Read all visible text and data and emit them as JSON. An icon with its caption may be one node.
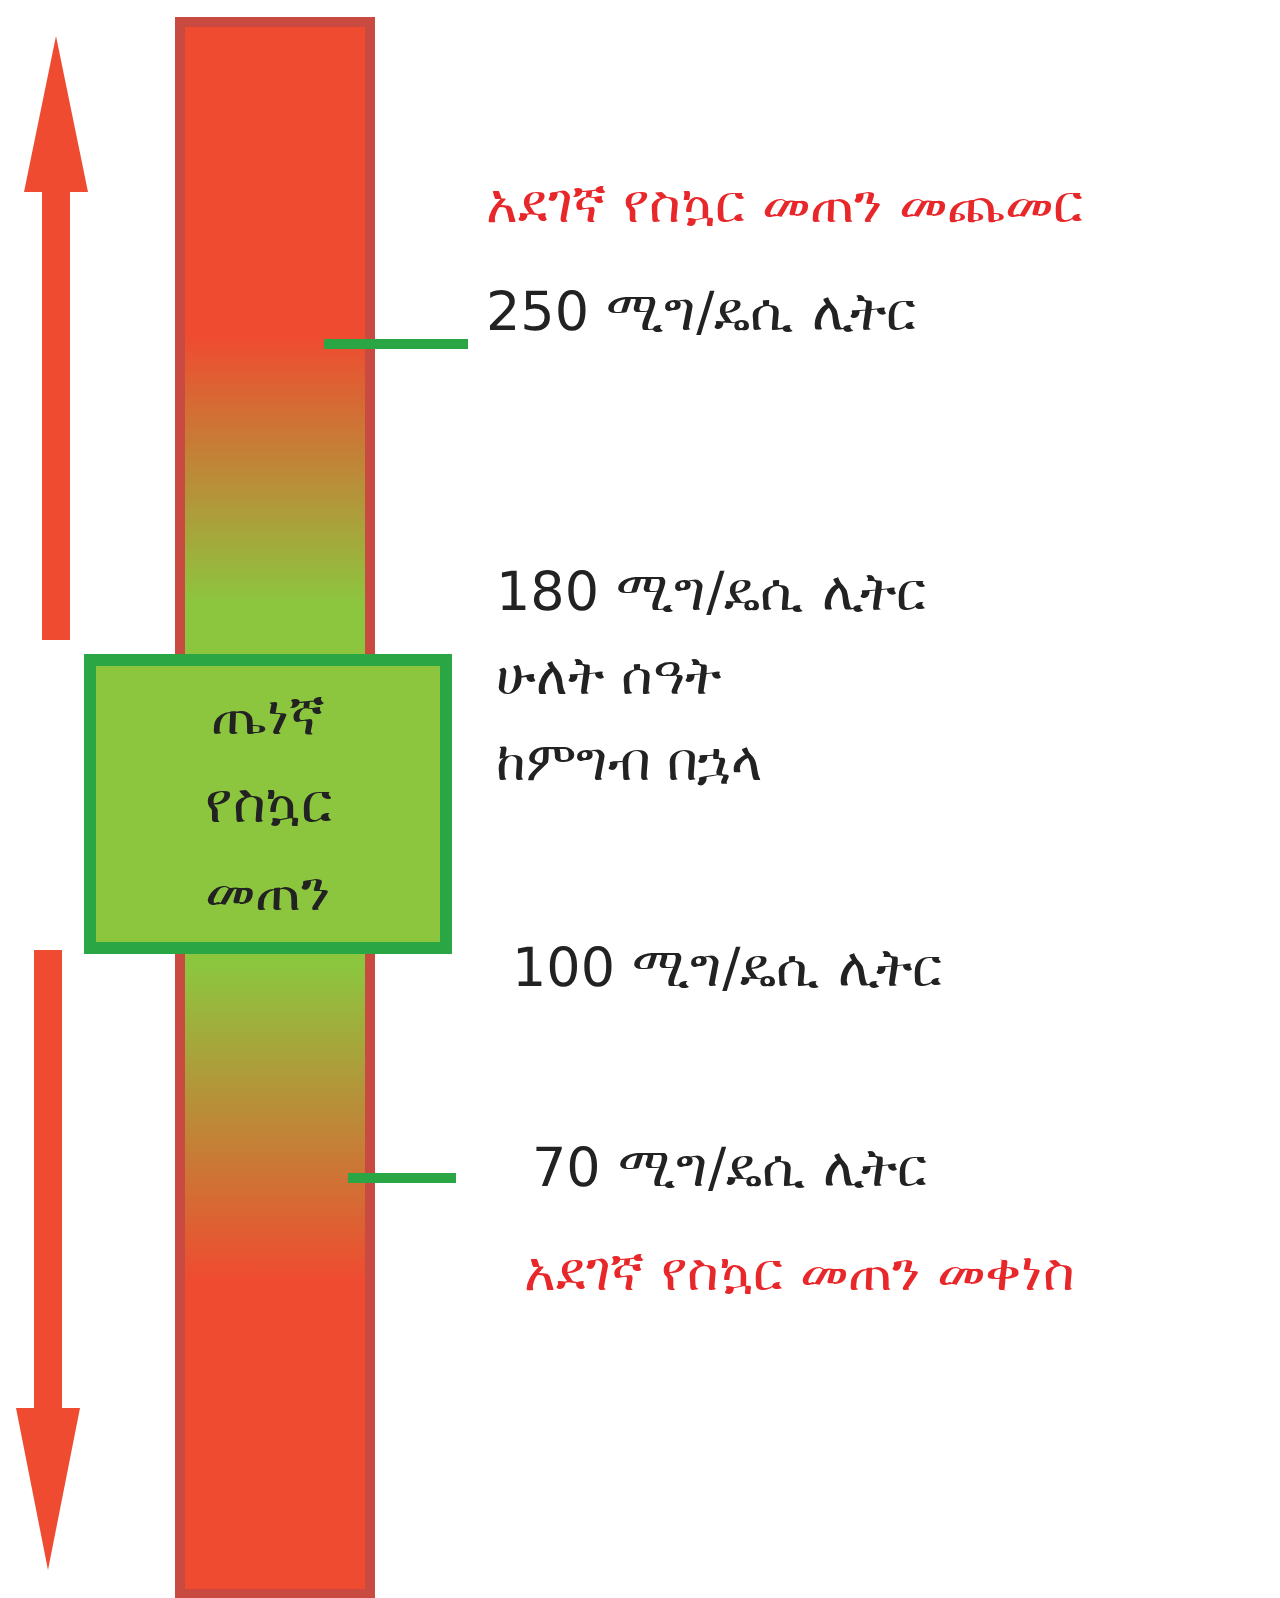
{
  "diagram": {
    "nodes": [
      {
        "text": [
          "ጤነኛ የስኳር መጠን"
        ]
      }
    ],
    "labels": [
      "አደገኛ የስኳር መጠን መጨመር",
      "250 ሚግ/ዴሲ ሊትር",
      "180 ሚግ/ዴሲ ሊትር",
      "ሁለት ሰዓት",
      "ከምግብ በኋላ",
      "100 ሚግ/ዴሲ ሊትር",
      "70 ሚግ/ዴሲ ሊትር",
      "አደገኛ የስኳር መጠን መቀነስ"
    ]
  }
}
